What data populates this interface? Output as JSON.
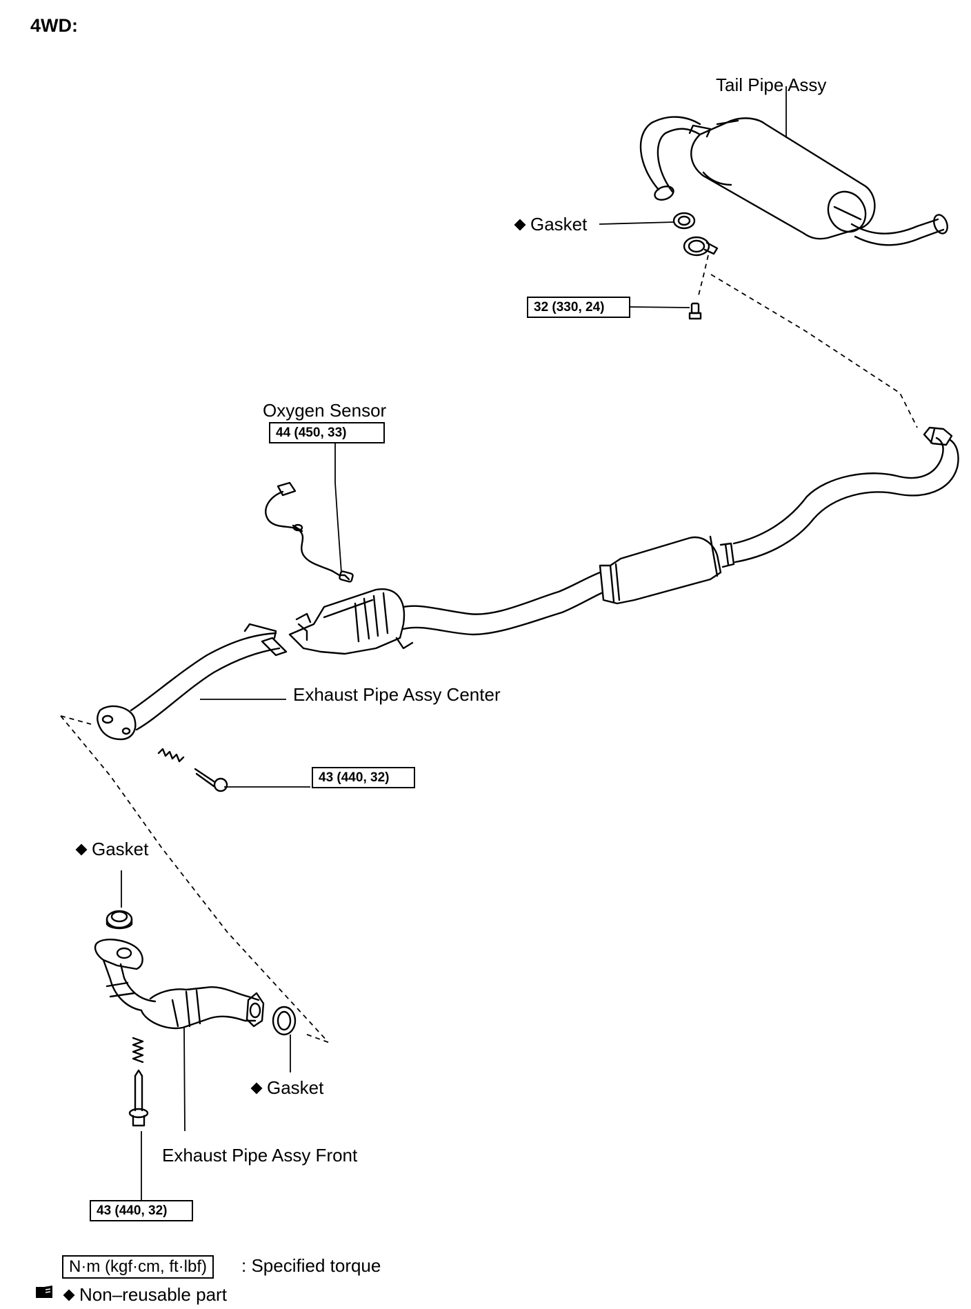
{
  "header": {
    "title": "4WD:"
  },
  "labels": {
    "tail_pipe": "Tail Pipe Assy",
    "gasket_top": "Gasket",
    "oxygen_sensor": "Oxygen Sensor",
    "exhaust_center": "Exhaust Pipe Assy Center",
    "gasket_left": "Gasket",
    "gasket_bottom": "Gasket",
    "exhaust_front": "Exhaust Pipe Assy Front"
  },
  "torques": {
    "tail_bolt": "32 (330, 24)",
    "oxygen_sensor": "44 (450, 33)",
    "center_bolt": "43 (440, 32)",
    "front_bolt": "43 (440, 32)"
  },
  "legend": {
    "torque_unit": "N·m (kgf·cm, ft·lbf)",
    "torque_desc": ": Specified torque",
    "nonreusable": "Non–reusable part"
  },
  "symbols": {
    "non_reusable": "diamond-icon",
    "reference": "manual-reference-icon"
  }
}
